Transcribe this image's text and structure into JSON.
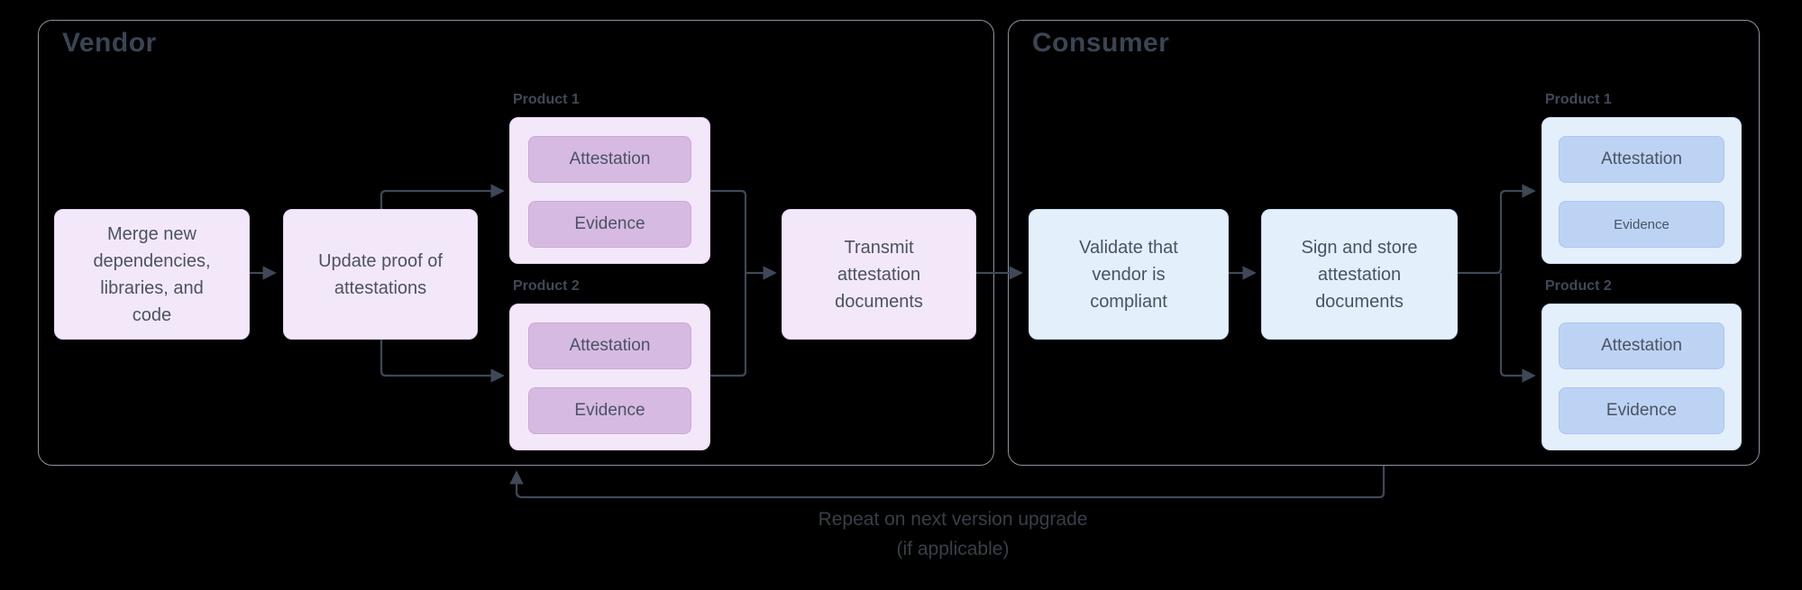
{
  "colors": {
    "background": "#000000",
    "container_border": "#8c939e",
    "container_title": "#3b4553",
    "vendor_node_fill": "#f3e8f9",
    "vendor_node_border": "#e4d2ef",
    "vendor_chip_fill": "#d6bae2",
    "vendor_chip_border": "#c9a9d8",
    "consumer_node_fill": "#e4effc",
    "consumer_node_border": "#cadef6",
    "consumer_chip_fill": "#bdd3f3",
    "consumer_chip_border": "#abc6ee",
    "node_text": "#4a5363",
    "product_label": "#3f4957",
    "connector": "#3e4857",
    "loop_text": "#383f48"
  },
  "vendor": {
    "title": "Vendor",
    "merge_node": "Merge new\ndependencies,\nlibraries, and\ncode",
    "update_node": "Update proof of\nattestations",
    "transmit_node": "Transmit\nattestation\ndocuments",
    "products": [
      {
        "label": "Product 1",
        "items": [
          "Attestation",
          "Evidence"
        ]
      },
      {
        "label": "Product 2",
        "items": [
          "Attestation",
          "Evidence"
        ]
      }
    ]
  },
  "consumer": {
    "title": "Consumer",
    "validate_node": "Validate that\nvendor is\ncompliant",
    "sign_node": "Sign and store\nattestation\ndocuments",
    "products": [
      {
        "label": "Product 1",
        "items": [
          "Attestation",
          "Evidence"
        ]
      },
      {
        "label": "Product 2",
        "items": [
          "Attestation",
          "Evidence"
        ]
      }
    ]
  },
  "loop_label": "Repeat on next version upgrade\n(if applicable)"
}
